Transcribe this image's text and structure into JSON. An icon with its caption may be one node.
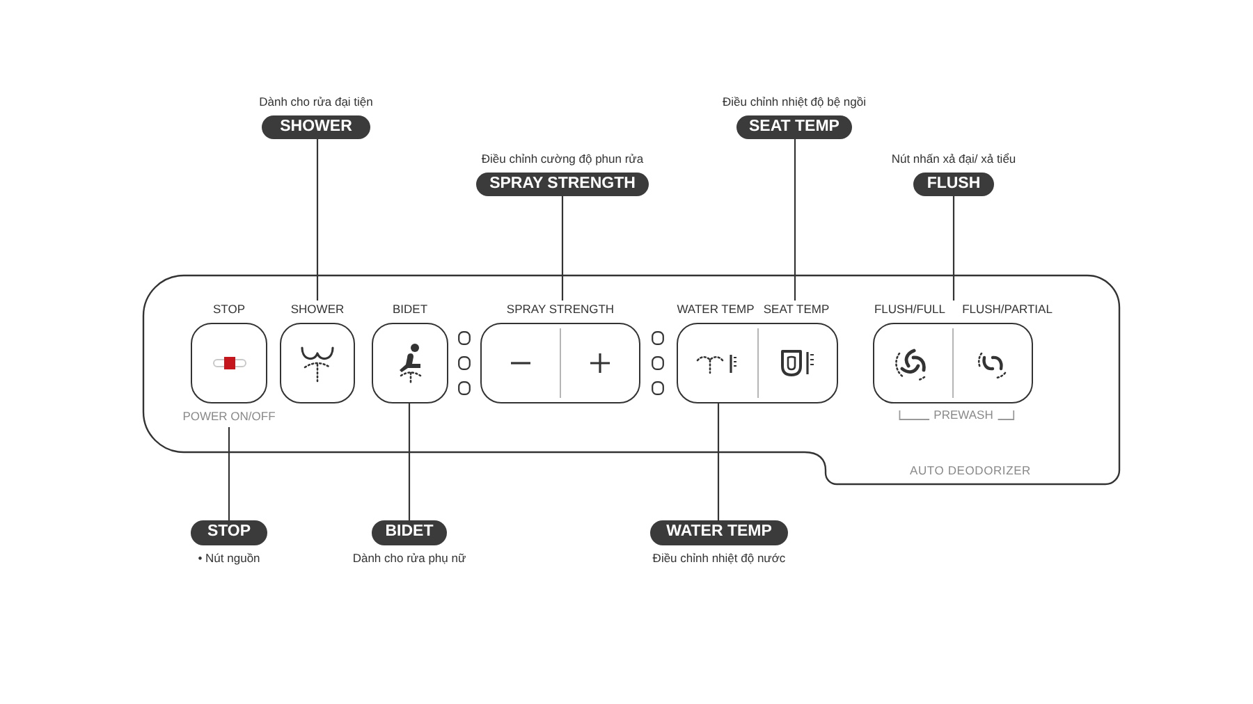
{
  "diagram": {
    "nodes": [
      {
        "text": [
          "SHOWER"
        ],
        "beside": [
          "Dành cho rửa đại tiện"
        ]
      },
      {
        "text": [
          "SEAT TEMP"
        ],
        "beside": [
          "Điều chỉnh nhiệt độ bệ ngồi"
        ]
      },
      {
        "text": [
          "SPRAY STRENGTH"
        ],
        "beside": [
          "Điều chỉnh cường độ phun rửa"
        ]
      },
      {
        "text": [
          "FLUSH"
        ],
        "beside": [
          "Nút nhấn xả đại/ xả tiểu"
        ]
      },
      {
        "text": [
          "AUTO DEODORIZER"
        ]
      },
      {
        "text": [
          "STOP"
        ],
        "beside": [
          "POWER ON/OFF"
        ],
        "in": 4
      },
      {
        "text": [
          "SHOWER"
        ],
        "in": 4
      },
      {
        "text": [
          "BIDET"
        ],
        "in": 4
      },
      {
        "text": [
          "SPRAY STRENGTH"
        ],
        "in": 4
      },
      {
        "text": [
          "WATER TEMP",
          "SEAT TEMP"
        ],
        "in": 4
      },
      {
        "text": [
          "FLUSH/FULL",
          "FLUSH/PARTIAL"
        ],
        "beside": [
          "PREWASH"
        ],
        "in": 4
      },
      {
        "text": [
          "STOP"
        ],
        "beside": [
          "• Nút nguồn"
        ]
      },
      {
        "text": [
          "BIDET"
        ],
        "beside": [
          "Dành cho rửa phụ nữ"
        ]
      },
      {
        "text": [
          "WATER TEMP"
        ],
        "beside": [
          "Điều chỉnh nhiệt độ nước"
        ]
      }
    ],
    "edges": [
      {
        "from": 0,
        "to": 6,
        "arrow": "none"
      },
      {
        "from": 1,
        "to": 9,
        "arrow": "none"
      },
      {
        "from": 2,
        "to": 8,
        "arrow": "none"
      },
      {
        "from": 3,
        "to": 10,
        "arrow": "none"
      },
      {
        "from": 11,
        "to": 5,
        "arrow": "none"
      },
      {
        "from": 12,
        "to": 7,
        "arrow": "none"
      },
      {
        "from": 13,
        "to": 9,
        "arrow": "none"
      }
    ]
  }
}
